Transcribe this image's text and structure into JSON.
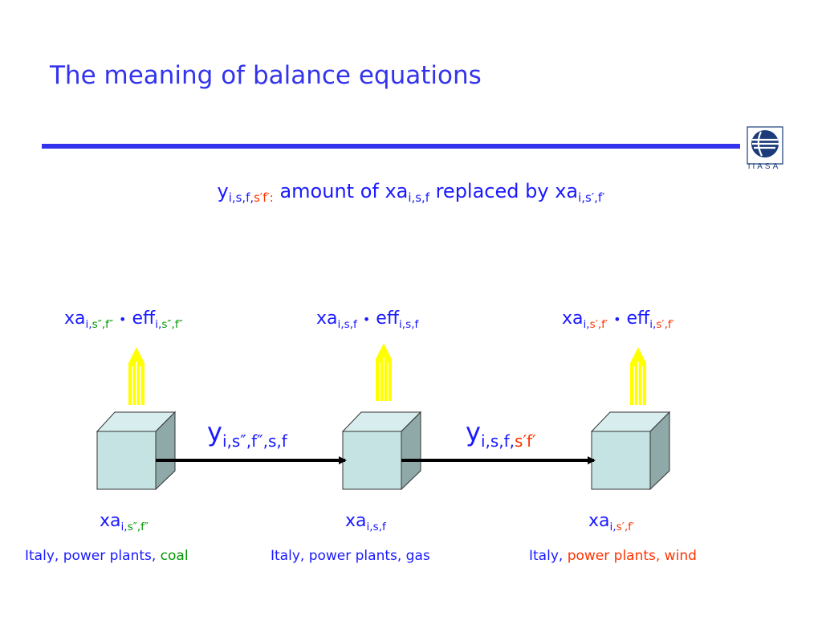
{
  "title": "The meaning of balance equations",
  "logo": {
    "text": "IIASA",
    "icon": "iiasa-globe-icon"
  },
  "definition": {
    "y": "y",
    "y_sub_black": "i,s,f,",
    "y_sub_red": "s′f′:",
    "text1": "amount of xa",
    "sub1": "i,s,f",
    "text2": "replaced by xa",
    "sub2": "i,s′,f′"
  },
  "nodes": [
    {
      "top_main": "xa",
      "top_sub_pre": "i,",
      "top_sub_col": "s″,f″",
      "eff_main": "eff",
      "eff_sub_pre": "i,",
      "eff_sub_col": "s″,f″",
      "bottom_main": "xa",
      "bottom_sub_pre": "i,",
      "bottom_sub_col": "s″,f″",
      "caption_pre": "Italy, power plants, ",
      "caption_col": "coal"
    },
    {
      "top_main": "xa",
      "top_sub": "i,s,f",
      "eff_main": "eff",
      "eff_sub": "i,s,f",
      "bottom_main": "xa",
      "bottom_sub": "i,s,f",
      "caption": "Italy, power plants, gas"
    },
    {
      "top_main": "xa",
      "top_sub_pre": "i,",
      "top_sub_col": "s′,f′",
      "eff_main": "eff",
      "eff_sub_pre": "i,",
      "eff_sub_col": "s′,f′",
      "bottom_main": "xa",
      "bottom_sub_pre": "i,",
      "bottom_sub_col": "s′,f′",
      "caption_pre": "Italy, ",
      "caption_col": "power plants, wind"
    }
  ],
  "bullet": "•",
  "edges": [
    {
      "main": "y",
      "sub": "i,s″,f″,s,f"
    },
    {
      "main": "y",
      "sub_pre": "i,s,f,",
      "sub_col": "s′f′"
    }
  ],
  "colors": {
    "text": "#1a1aff",
    "title": "#3333ee",
    "red": "#ff3300",
    "green": "#009900",
    "cube_front": "#c5e3e3",
    "cube_side": "#8fa8a8",
    "arrow_up": "#ffff00",
    "arrow_edge": "#000000"
  }
}
